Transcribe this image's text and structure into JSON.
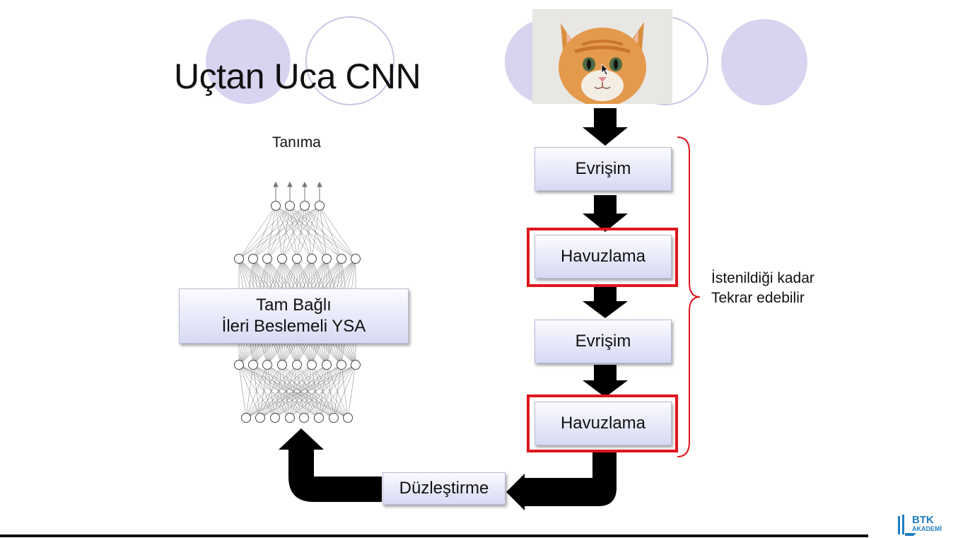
{
  "title": "Uçtan Uca CNN",
  "recognition_label": "Tanıma",
  "fc_block": {
    "line1": "Tam Bağlı",
    "line2": "İleri Beslemeli YSA"
  },
  "pipeline": {
    "steps": [
      "Evrişim",
      "Havuzlama",
      "Evrişim",
      "Havuzlama"
    ],
    "highlighted_steps": [
      1,
      3
    ],
    "flatten": "Düzleştirme"
  },
  "repeat_note": {
    "line1": "İstenildiği kadar",
    "line2": "Tekrar edebilir"
  },
  "logo": {
    "top": "BTK",
    "bottom": "AKADEMİ"
  },
  "colors": {
    "box_top": "#fbfbff",
    "box_bottom": "#d7d9f4",
    "highlight": "#e0151d",
    "arrow": "#000000",
    "deco": "#d6d4ee"
  }
}
